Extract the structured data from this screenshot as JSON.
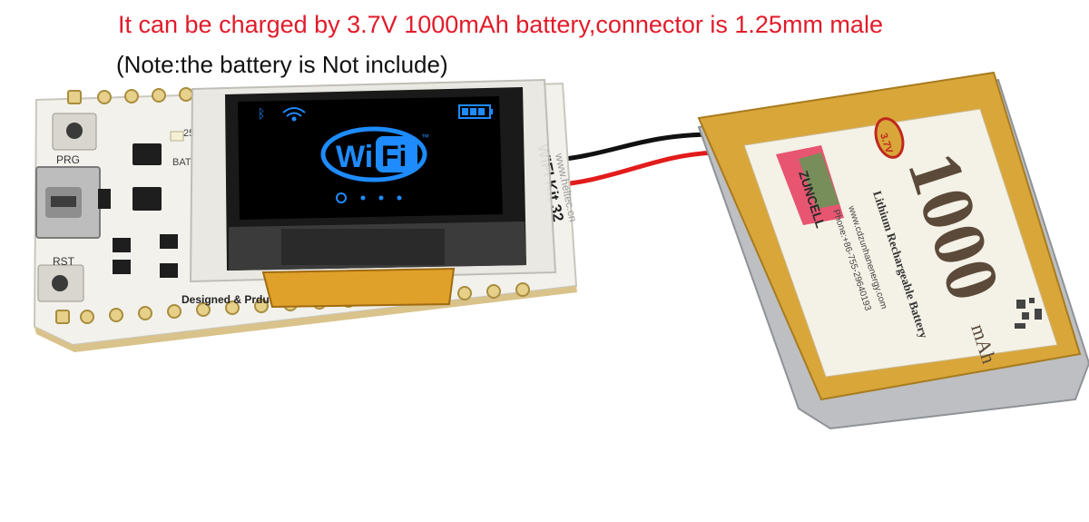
{
  "caption": {
    "main": "It can be charged by 3.7V 1000mAh battery,connector is 1.25mm male",
    "note": "(Note:the battery is Not include)"
  },
  "board": {
    "model_label": "WIFI Kit 32",
    "credit_label": "Designed & Prduced",
    "prg_label": "PRG",
    "rst_label": "RST",
    "pin_label_25": "25",
    "pin_label_bat": "BAT",
    "silk_side_text": "www.heltec.cn"
  },
  "oled": {
    "logo_wi": "Wi",
    "logo_fi": "Fi",
    "tm": "™"
  },
  "battery": {
    "capacity": "1000",
    "unit": "mAh",
    "voltage_badge": "3.7V",
    "brand": "ZUNCELL",
    "type": "Lithium Rechargeable Battery",
    "web": "www.cdzunhanenergy.com",
    "phone": "Phone:+86-755-29640193"
  },
  "colors": {
    "caption_red": "#e11b2a",
    "pcb_white": "#f2f1ec",
    "battery_gold": "#d9a63a",
    "oled_blue": "#1e8cff",
    "wire_red": "#e21b1b"
  }
}
